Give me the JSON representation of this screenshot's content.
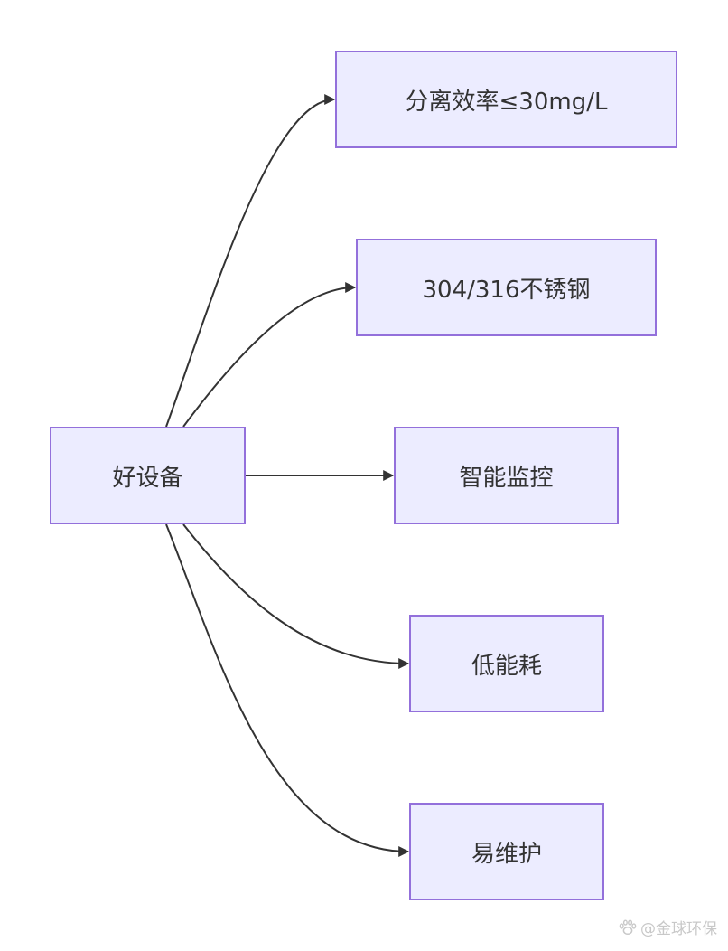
{
  "diagram": {
    "root": {
      "label": "好设备"
    },
    "children": [
      {
        "label": "分离效率≤30mg/L"
      },
      {
        "label": "304/316不锈钢"
      },
      {
        "label": "智能监控"
      },
      {
        "label": "低能耗"
      },
      {
        "label": "易维护"
      }
    ],
    "colors": {
      "node_fill": "#ececff",
      "node_border": "#9370db",
      "edge": "#333333",
      "text": "#333333"
    }
  },
  "watermark": {
    "text": "@金球环保",
    "icon": "paw-icon"
  }
}
